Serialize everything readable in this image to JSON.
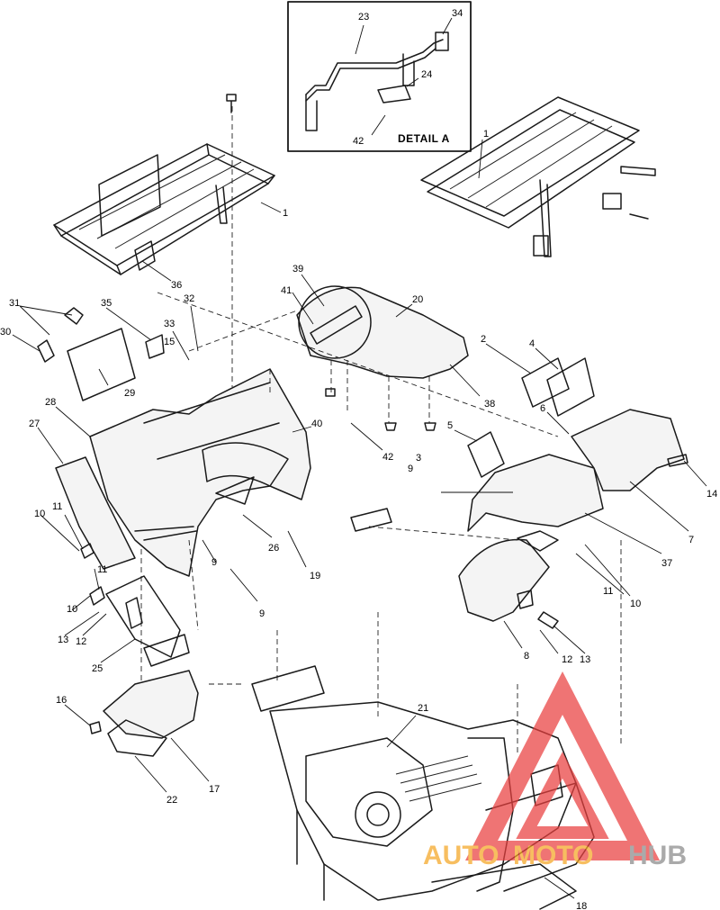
{
  "detail": {
    "title": "DETAIL A",
    "callouts": [
      "23",
      "34",
      "24",
      "42"
    ]
  },
  "callouts": [
    "1",
    "1",
    "36",
    "31",
    "35",
    "32",
    "33",
    "15",
    "30",
    "29",
    "28",
    "27",
    "39",
    "41",
    "20",
    "2",
    "4",
    "6",
    "5",
    "3",
    "9",
    "42",
    "38",
    "40",
    "14",
    "7",
    "37",
    "10",
    "11",
    "8",
    "12",
    "13",
    "10",
    "11",
    "9",
    "9",
    "26",
    "19",
    "10",
    "11",
    "13",
    "12",
    "25",
    "16",
    "17",
    "22",
    "21",
    "18"
  ],
  "watermark": {
    "text_left": "AUTO",
    "text_mid": "MOTO",
    "text_right": "HUB",
    "color_red": "#e9403f",
    "color_orange": "#f5a623",
    "color_gray": "#8a8a8a"
  },
  "colors": {
    "line": "#1a1a1a",
    "background": "#ffffff"
  }
}
